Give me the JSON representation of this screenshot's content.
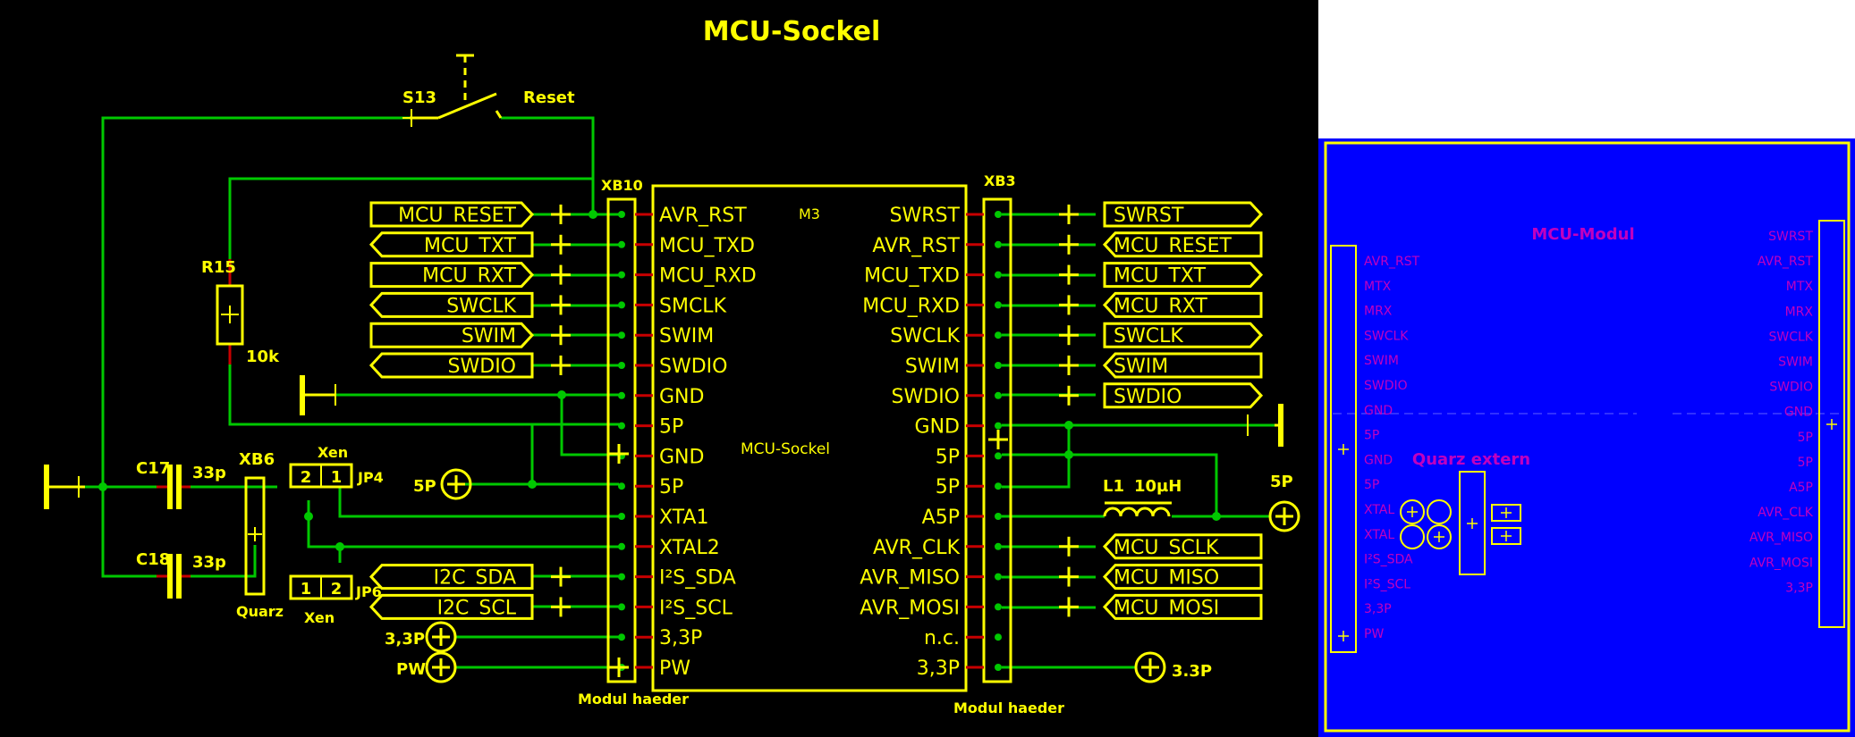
{
  "schematic": {
    "title": "MCU-Sockel",
    "reset_switch": {
      "ref": "S13",
      "label": "Reset"
    },
    "xb10": {
      "ref": "XB10",
      "footer": "Modul haeder"
    },
    "xb3": {
      "ref": "XB3",
      "footer": "Modul haeder"
    },
    "m3": {
      "ref": "M3",
      "center": "MCU-Sockel",
      "left_pins": [
        "AVR_RST",
        "MCU_TXD",
        "MCU_RXD",
        "SMCLK",
        "SWIM",
        "SWDIO",
        "GND",
        "5P",
        "GND",
        "5P",
        "XTA1",
        "XTAL2",
        "I²S_SDA",
        "I²S_SCL",
        "3,3P",
        "PW"
      ],
      "right_pins": [
        "SWRST",
        "AVR_RST",
        "MCU_TXD",
        "MCU_RXD",
        "SWCLK",
        "SWIM",
        "SWDIO",
        "GND",
        "5P",
        "5P",
        "A5P",
        "AVR_CLK",
        "AVR_MISO",
        "AVR_MOSI",
        "n.c.",
        "3,3P"
      ]
    },
    "left_net_labels": [
      "MCU_RESET",
      "MCU_TXT",
      "MCU_RXT",
      "SWCLK",
      "SWIM",
      "SWDIO",
      "I2C_SDA",
      "I2C_SCL"
    ],
    "right_net_labels": [
      "SWRST",
      "MCU_RESET",
      "MCU_TXT",
      "MCU_RXT",
      "SWCLK",
      "SWIM",
      "SWDIO",
      "MCU_SCLK",
      "MCU_MISO",
      "MCU_MOSI"
    ],
    "r15": {
      "ref": "R15",
      "value": "10k"
    },
    "c17": {
      "ref": "C17",
      "value": "33p"
    },
    "c18": {
      "ref": "C18",
      "value": "33p"
    },
    "xb6": {
      "ref": "XB6",
      "value": "Quarz"
    },
    "jp4": {
      "ref": "JP4",
      "label": "Xen",
      "pins": [
        "2",
        "1"
      ]
    },
    "jp6": {
      "ref": "JP6",
      "label": "Xen",
      "pins": [
        "1",
        "2"
      ]
    },
    "l1": {
      "ref": "L1",
      "value": "10µH"
    },
    "power": {
      "p5_left": "5P",
      "p5_right": "5P",
      "p33_left": "3,3P",
      "pw": "PW",
      "p33_right": "3.3P"
    }
  },
  "pcb": {
    "module_title": "MCU-Modul",
    "quartz_label": "Quarz extern",
    "left_pins": [
      "AVR_RST",
      "MTX",
      "MRX",
      "SWCLK",
      "SWIM",
      "SWDIO",
      "GND",
      "5P",
      "GND",
      "5P",
      "XTAL",
      "XTAL",
      "I²S_SDA",
      "I²S_SCL",
      "3,3P",
      "PW"
    ],
    "right_pins": [
      "SWRST",
      "AVR_RST",
      "MTX",
      "MRX",
      "SWCLK",
      "SWIM",
      "SWDIO",
      "GND",
      "5P",
      "5P",
      "A5P",
      "AVR_CLK",
      "AVR_MISO",
      "AVR_MOSI",
      "3,3P"
    ]
  },
  "colors": {
    "wire": "#00c800",
    "pin": "#c80000",
    "part": "#ffff00",
    "pcb_bg": "#0000ff",
    "pcb_text": "#c000c0"
  }
}
